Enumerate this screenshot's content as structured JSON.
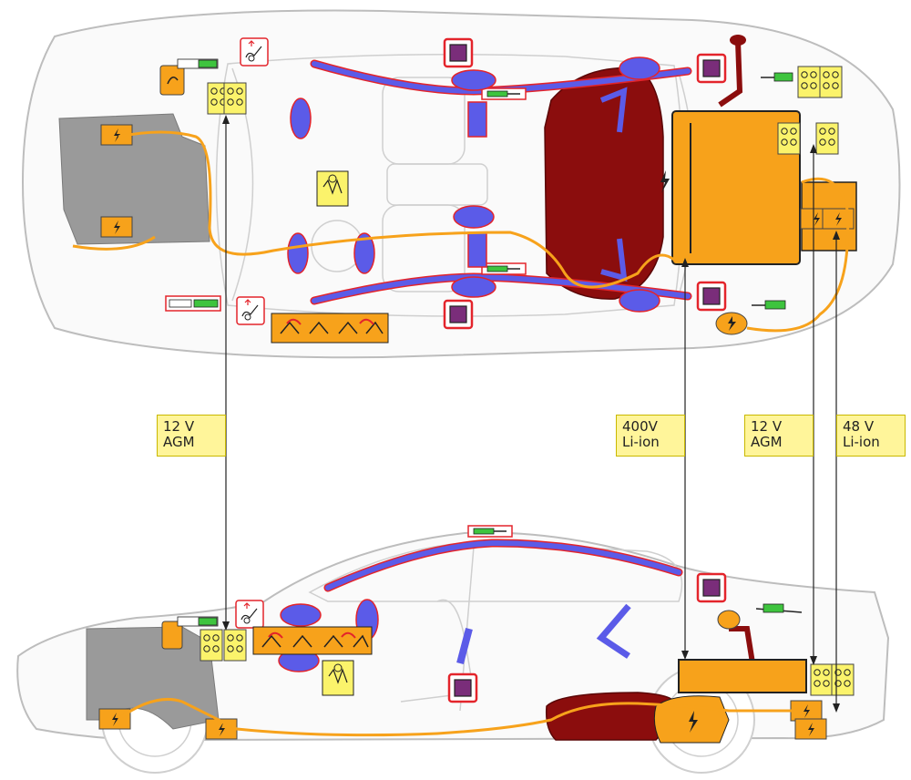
{
  "labels": {
    "front_battery": {
      "voltage": "12 V",
      "type": "AGM"
    },
    "hv_battery": {
      "voltage": "400V",
      "type": "Li-ion"
    },
    "rear_battery": {
      "voltage": "12 V",
      "type": "AGM"
    },
    "mild_hybrid_battery": {
      "voltage": "48 V",
      "type": "Li-ion"
    }
  },
  "colors": {
    "body_outline": "#bdbdbd",
    "airbag": "#5b5be8",
    "airbag_outline": "#e3242b",
    "hv_component": "#f7a21b",
    "fuel_tank": "#8b0d0d",
    "control_unit": "#fbf36b",
    "gas_spring": "#3ec43e",
    "engine_bay": "#9a9a9a",
    "pretensioner": "#7a2d7a",
    "label_bg": "#fff59a"
  },
  "icons": [
    "high-voltage-bolt-icon",
    "battery-terminal-icon",
    "airbag-icon",
    "seatbelt-pretensioner-icon",
    "gas-spring-icon",
    "airbag-control-unit-icon",
    "hood-actuator-icon",
    "fuel-tank-icon",
    "fuse-box-icon"
  ]
}
